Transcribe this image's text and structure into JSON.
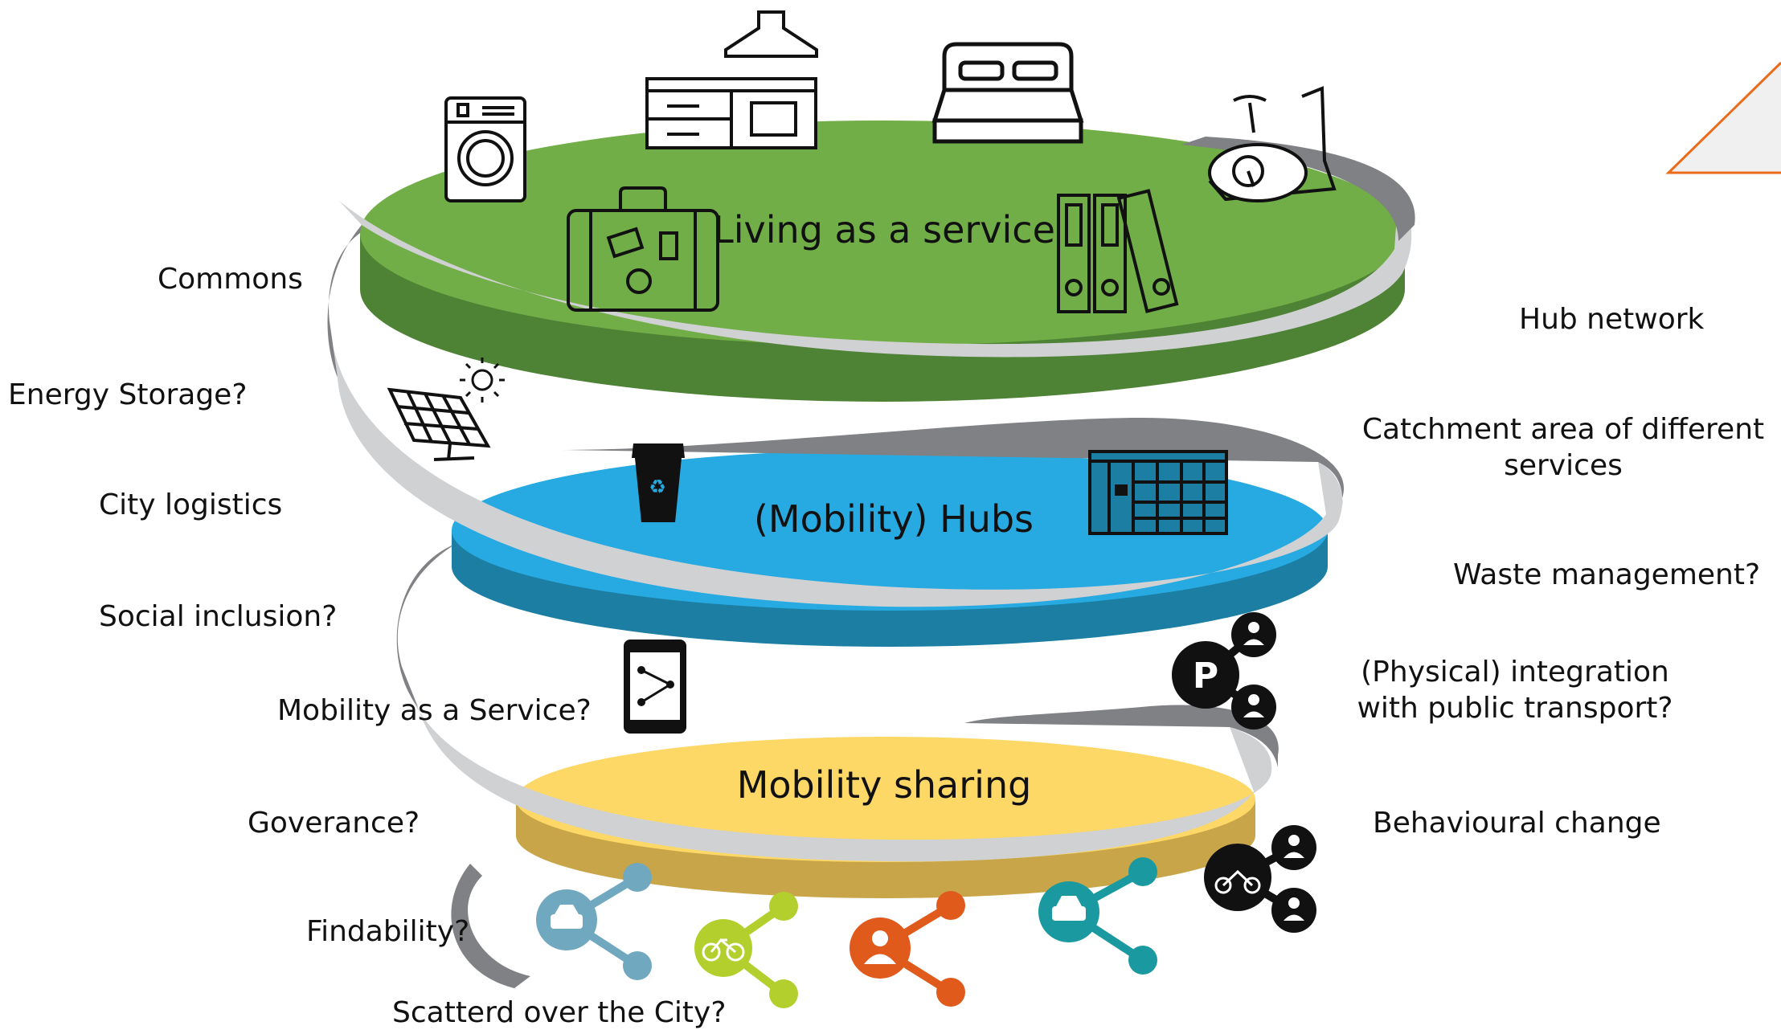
{
  "layers": {
    "top": "Living as a service",
    "middle": "(Mobility) Hubs",
    "bottom": "Mobility sharing"
  },
  "left_labels": {
    "commons": "Commons",
    "energy_storage": "Energy Storage?",
    "city_logistics": "City logistics",
    "social_inclusion": "Social inclusion?",
    "maas": "Mobility as a Service?",
    "governance": "Goverance?",
    "findability": "Findability?",
    "scattered": "Scatterd over the City?"
  },
  "right_labels": {
    "hub_network": "Hub network",
    "catchment_1": "Catchment area of different",
    "catchment_2": "services",
    "waste": "Waste management?",
    "integration_1": "(Physical) integration",
    "integration_2": "with public transport?",
    "behaviour": "Behavioural change"
  },
  "colors": {
    "green_top": "#72ae47",
    "green_side": "#4e8235",
    "blue_top": "#27aae1",
    "blue_side": "#1b7ea2",
    "yellow_top": "#fdd866",
    "yellow_side": "#c8a548",
    "ribbon_light": "#d0d1d3",
    "ribbon_dark": "#808184",
    "accent_orange": "#ea6b1a"
  },
  "icons": [
    "washing-machine-icon",
    "kitchen-icon",
    "bed-icon",
    "exercise-bike-icon",
    "suitcase-icon",
    "binders-icon",
    "solar-panel-icon",
    "sun-icon",
    "recycle-bin-icon",
    "parcel-locker-icon",
    "phone-share-icon",
    "parking-share-icon",
    "carpool-share-icon",
    "bike-share-icon",
    "driver-share-icon",
    "car-share-icon",
    "moped-share-icon"
  ]
}
